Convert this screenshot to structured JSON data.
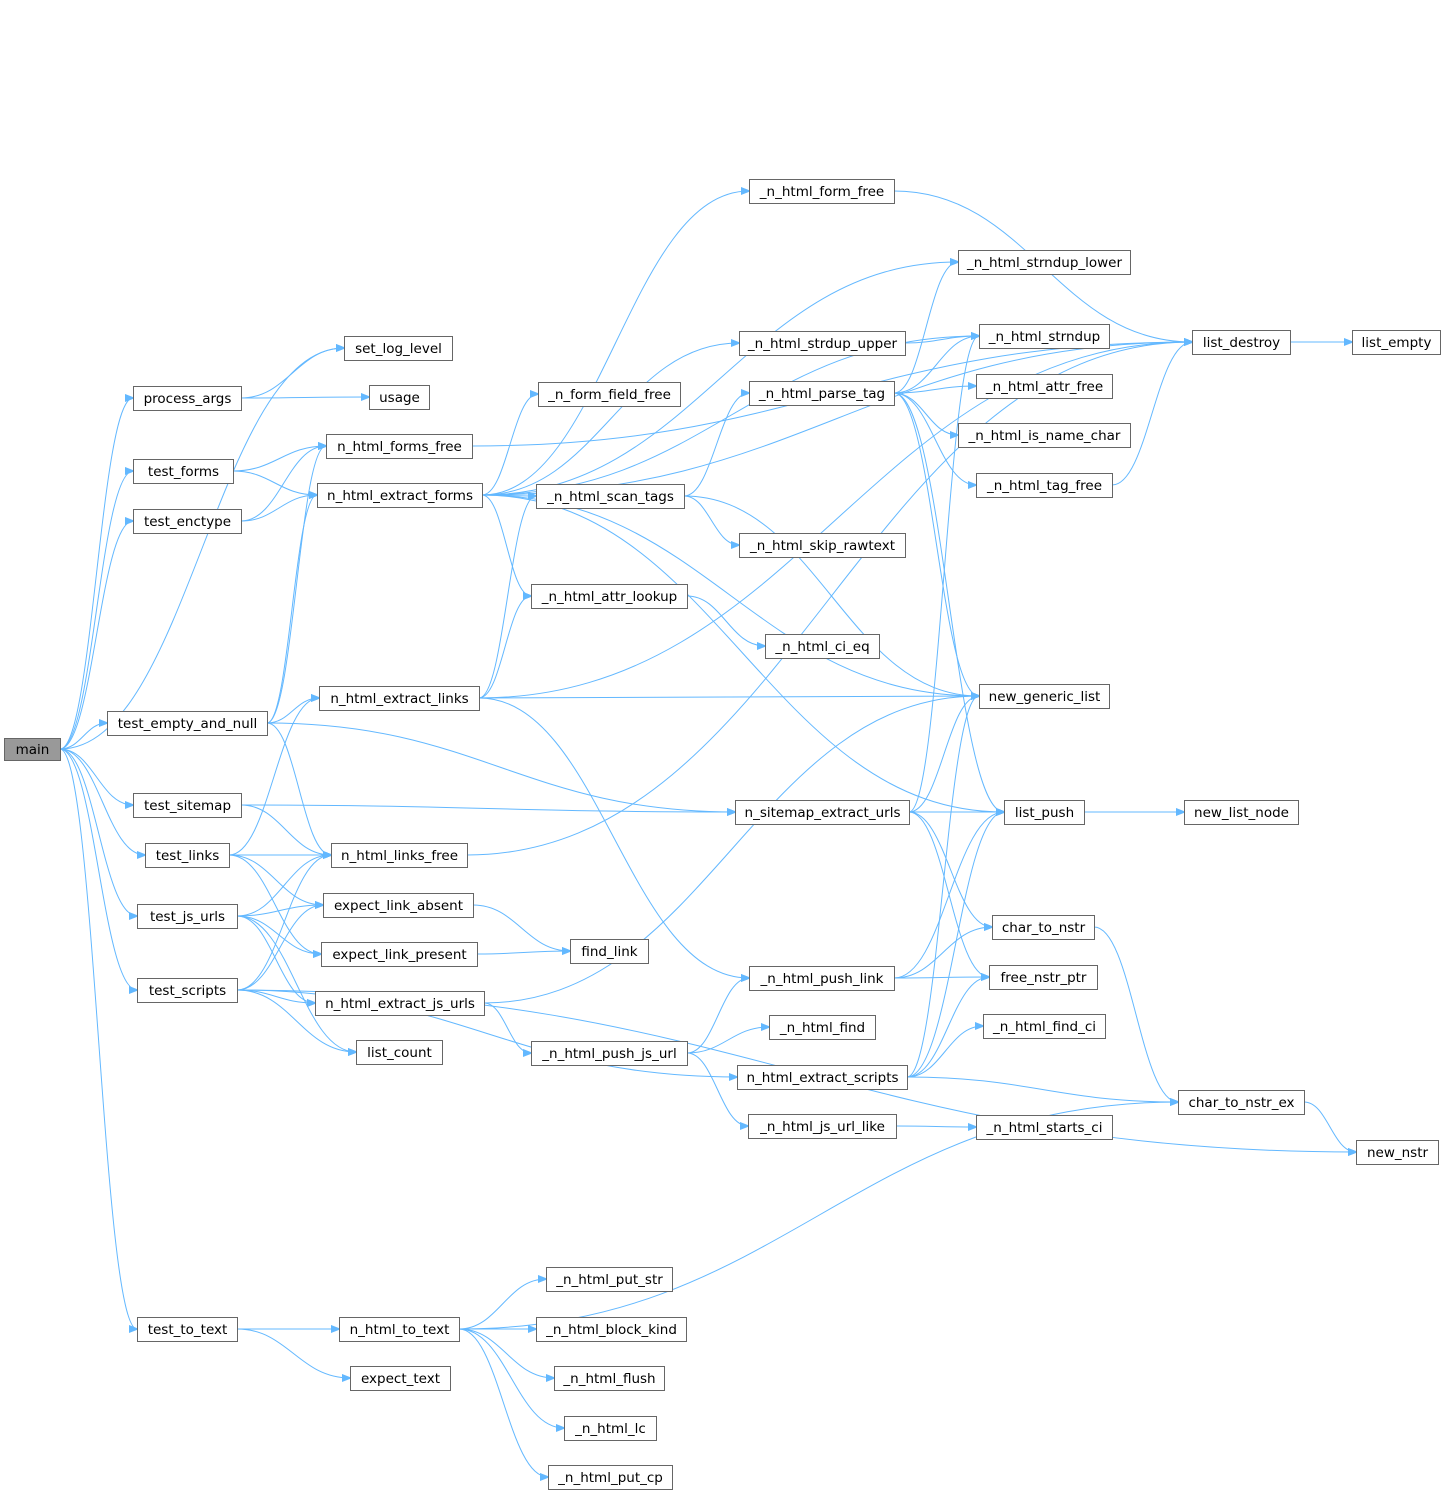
{
  "graph": {
    "nodes": {
      "main": {
        "label": "main",
        "root": true
      },
      "set_log_level": {
        "label": "set_log_level"
      },
      "process_args": {
        "label": "process_args"
      },
      "usage": {
        "label": "usage"
      },
      "n_html_forms_free": {
        "label": "n_html_forms_free"
      },
      "test_forms": {
        "label": "test_forms"
      },
      "n_html_extract_forms": {
        "label": "n_html_extract_forms"
      },
      "test_enctype": {
        "label": "test_enctype"
      },
      "_n_html_form_free": {
        "label": "_n_html_form_free"
      },
      "_n_html_strndup_lower": {
        "label": "_n_html_strndup_lower"
      },
      "_n_html_strdup_upper": {
        "label": "_n_html_strdup_upper"
      },
      "_n_html_strndup": {
        "label": "_n_html_strndup"
      },
      "list_destroy": {
        "label": "list_destroy"
      },
      "list_empty": {
        "label": "list_empty"
      },
      "_n_form_field_free": {
        "label": "_n_form_field_free"
      },
      "_n_html_parse_tag": {
        "label": "_n_html_parse_tag"
      },
      "_n_html_attr_free": {
        "label": "_n_html_attr_free"
      },
      "_n_html_is_name_char": {
        "label": "_n_html_is_name_char"
      },
      "_n_html_tag_free": {
        "label": "_n_html_tag_free"
      },
      "_n_html_scan_tags": {
        "label": "_n_html_scan_tags"
      },
      "_n_html_skip_rawtext": {
        "label": "_n_html_skip_rawtext"
      },
      "_n_html_attr_lookup": {
        "label": "_n_html_attr_lookup"
      },
      "_n_html_ci_eq": {
        "label": "_n_html_ci_eq"
      },
      "n_html_extract_links": {
        "label": "n_html_extract_links"
      },
      "new_generic_list": {
        "label": "new_generic_list"
      },
      "test_empty_and_null": {
        "label": "test_empty_and_null"
      },
      "test_sitemap": {
        "label": "test_sitemap"
      },
      "n_sitemap_extract_urls": {
        "label": "n_sitemap_extract_urls"
      },
      "list_push": {
        "label": "list_push"
      },
      "new_list_node": {
        "label": "new_list_node"
      },
      "test_links": {
        "label": "test_links"
      },
      "n_html_links_free": {
        "label": "n_html_links_free"
      },
      "expect_link_absent": {
        "label": "expect_link_absent"
      },
      "test_js_urls": {
        "label": "test_js_urls"
      },
      "char_to_nstr": {
        "label": "char_to_nstr"
      },
      "expect_link_present": {
        "label": "expect_link_present"
      },
      "find_link": {
        "label": "find_link"
      },
      "_n_html_push_link": {
        "label": "_n_html_push_link"
      },
      "free_nstr_ptr": {
        "label": "free_nstr_ptr"
      },
      "test_scripts": {
        "label": "test_scripts"
      },
      "n_html_extract_js_urls": {
        "label": "n_html_extract_js_urls"
      },
      "_n_html_find": {
        "label": "_n_html_find"
      },
      "_n_html_find_ci": {
        "label": "_n_html_find_ci"
      },
      "list_count": {
        "label": "list_count"
      },
      "_n_html_push_js_url": {
        "label": "_n_html_push_js_url"
      },
      "n_html_extract_scripts": {
        "label": "n_html_extract_scripts"
      },
      "char_to_nstr_ex": {
        "label": "char_to_nstr_ex"
      },
      "_n_html_js_url_like": {
        "label": "_n_html_js_url_like"
      },
      "_n_html_starts_ci": {
        "label": "_n_html_starts_ci"
      },
      "new_nstr": {
        "label": "new_nstr"
      },
      "_n_html_put_str": {
        "label": "_n_html_put_str"
      },
      "test_to_text": {
        "label": "test_to_text"
      },
      "n_html_to_text": {
        "label": "n_html_to_text"
      },
      "_n_html_block_kind": {
        "label": "_n_html_block_kind"
      },
      "expect_text": {
        "label": "expect_text"
      },
      "_n_html_flush": {
        "label": "_n_html_flush"
      },
      "_n_html_lc": {
        "label": "_n_html_lc"
      },
      "_n_html_put_cp": {
        "label": "_n_html_put_cp"
      }
    },
    "edges": [
      [
        "main",
        "set_log_level"
      ],
      [
        "main",
        "process_args"
      ],
      [
        "main",
        "test_forms"
      ],
      [
        "main",
        "test_enctype"
      ],
      [
        "main",
        "test_empty_and_null"
      ],
      [
        "main",
        "test_sitemap"
      ],
      [
        "main",
        "test_links"
      ],
      [
        "main",
        "test_js_urls"
      ],
      [
        "main",
        "test_scripts"
      ],
      [
        "main",
        "test_to_text"
      ],
      [
        "process_args",
        "set_log_level"
      ],
      [
        "process_args",
        "usage"
      ],
      [
        "test_forms",
        "n_html_forms_free"
      ],
      [
        "test_forms",
        "n_html_extract_forms"
      ],
      [
        "test_enctype",
        "n_html_forms_free"
      ],
      [
        "test_enctype",
        "n_html_extract_forms"
      ],
      [
        "n_html_forms_free",
        "list_destroy"
      ],
      [
        "n_html_extract_forms",
        "list_destroy"
      ],
      [
        "n_html_extract_forms",
        "_n_html_form_free"
      ],
      [
        "n_html_extract_forms",
        "_n_html_strndup_lower"
      ],
      [
        "n_html_extract_forms",
        "_n_html_strndup"
      ],
      [
        "n_html_extract_forms",
        "_n_html_strdup_upper"
      ],
      [
        "n_html_extract_forms",
        "_n_form_field_free"
      ],
      [
        "n_html_extract_forms",
        "_n_html_scan_tags"
      ],
      [
        "n_html_extract_forms",
        "_n_html_attr_lookup"
      ],
      [
        "n_html_extract_forms",
        "new_generic_list"
      ],
      [
        "n_html_extract_forms",
        "list_push"
      ],
      [
        "_n_html_form_free",
        "list_destroy"
      ],
      [
        "list_destroy",
        "list_empty"
      ],
      [
        "_n_html_strdup_upper",
        "_n_html_strndup"
      ],
      [
        "_n_html_parse_tag",
        "_n_html_strndup_lower"
      ],
      [
        "_n_html_parse_tag",
        "_n_html_strndup"
      ],
      [
        "_n_html_parse_tag",
        "_n_html_attr_free"
      ],
      [
        "_n_html_parse_tag",
        "_n_html_is_name_char"
      ],
      [
        "_n_html_parse_tag",
        "_n_html_tag_free"
      ],
      [
        "_n_html_parse_tag",
        "new_generic_list"
      ],
      [
        "_n_html_parse_tag",
        "list_push"
      ],
      [
        "_n_html_tag_free",
        "list_destroy"
      ],
      [
        "_n_html_scan_tags",
        "_n_html_parse_tag"
      ],
      [
        "_n_html_scan_tags",
        "_n_html_skip_rawtext"
      ],
      [
        "_n_html_scan_tags",
        "new_generic_list"
      ],
      [
        "_n_html_attr_lookup",
        "_n_html_ci_eq"
      ],
      [
        "test_empty_and_null",
        "n_html_forms_free"
      ],
      [
        "test_empty_and_null",
        "n_html_extract_forms"
      ],
      [
        "test_empty_and_null",
        "n_html_extract_links"
      ],
      [
        "test_empty_and_null",
        "n_sitemap_extract_urls"
      ],
      [
        "test_empty_and_null",
        "n_html_links_free"
      ],
      [
        "n_html_extract_links",
        "_n_html_scan_tags"
      ],
      [
        "n_html_extract_links",
        "_n_html_attr_lookup"
      ],
      [
        "n_html_extract_links",
        "new_generic_list"
      ],
      [
        "n_html_extract_links",
        "list_destroy"
      ],
      [
        "n_html_extract_links",
        "_n_html_push_link"
      ],
      [
        "test_sitemap",
        "n_sitemap_extract_urls"
      ],
      [
        "test_sitemap",
        "n_html_links_free"
      ],
      [
        "n_sitemap_extract_urls",
        "new_generic_list"
      ],
      [
        "n_sitemap_extract_urls",
        "list_push"
      ],
      [
        "n_sitemap_extract_urls",
        "_n_html_strndup"
      ],
      [
        "n_sitemap_extract_urls",
        "char_to_nstr"
      ],
      [
        "n_sitemap_extract_urls",
        "free_nstr_ptr"
      ],
      [
        "list_push",
        "new_list_node"
      ],
      [
        "test_links",
        "n_html_extract_links"
      ],
      [
        "test_links",
        "n_html_links_free"
      ],
      [
        "test_links",
        "expect_link_absent"
      ],
      [
        "test_links",
        "expect_link_present"
      ],
      [
        "n_html_links_free",
        "list_destroy"
      ],
      [
        "test_js_urls",
        "n_html_links_free"
      ],
      [
        "test_js_urls",
        "expect_link_absent"
      ],
      [
        "test_js_urls",
        "expect_link_present"
      ],
      [
        "test_js_urls",
        "n_html_extract_js_urls"
      ],
      [
        "test_js_urls",
        "list_count"
      ],
      [
        "expect_link_absent",
        "find_link"
      ],
      [
        "expect_link_present",
        "find_link"
      ],
      [
        "_n_html_push_link",
        "char_to_nstr"
      ],
      [
        "_n_html_push_link",
        "free_nstr_ptr"
      ],
      [
        "_n_html_push_link",
        "list_push"
      ],
      [
        "char_to_nstr",
        "char_to_nstr_ex"
      ],
      [
        "test_scripts",
        "n_html_links_free"
      ],
      [
        "test_scripts",
        "expect_link_absent"
      ],
      [
        "test_scripts",
        "n_html_extract_js_urls"
      ],
      [
        "test_scripts",
        "list_count"
      ],
      [
        "test_scripts",
        "n_html_extract_scripts"
      ],
      [
        "test_scripts",
        "new_nstr"
      ],
      [
        "n_html_extract_js_urls",
        "new_generic_list"
      ],
      [
        "n_html_extract_js_urls",
        "_n_html_push_js_url"
      ],
      [
        "_n_html_push_js_url",
        "_n_html_push_link"
      ],
      [
        "_n_html_push_js_url",
        "_n_html_find"
      ],
      [
        "_n_html_push_js_url",
        "_n_html_js_url_like"
      ],
      [
        "n_html_extract_scripts",
        "new_generic_list"
      ],
      [
        "n_html_extract_scripts",
        "list_push"
      ],
      [
        "n_html_extract_scripts",
        "free_nstr_ptr"
      ],
      [
        "n_html_extract_scripts",
        "_n_html_find_ci"
      ],
      [
        "n_html_extract_scripts",
        "char_to_nstr_ex"
      ],
      [
        "_n_html_js_url_like",
        "_n_html_starts_ci"
      ],
      [
        "char_to_nstr_ex",
        "new_nstr"
      ],
      [
        "test_to_text",
        "n_html_to_text"
      ],
      [
        "test_to_text",
        "expect_text"
      ],
      [
        "n_html_to_text",
        "char_to_nstr_ex"
      ],
      [
        "n_html_to_text",
        "_n_html_put_str"
      ],
      [
        "n_html_to_text",
        "_n_html_block_kind"
      ],
      [
        "n_html_to_text",
        "_n_html_flush"
      ],
      [
        "n_html_to_text",
        "_n_html_lc"
      ],
      [
        "n_html_to_text",
        "_n_html_put_cp"
      ]
    ]
  }
}
